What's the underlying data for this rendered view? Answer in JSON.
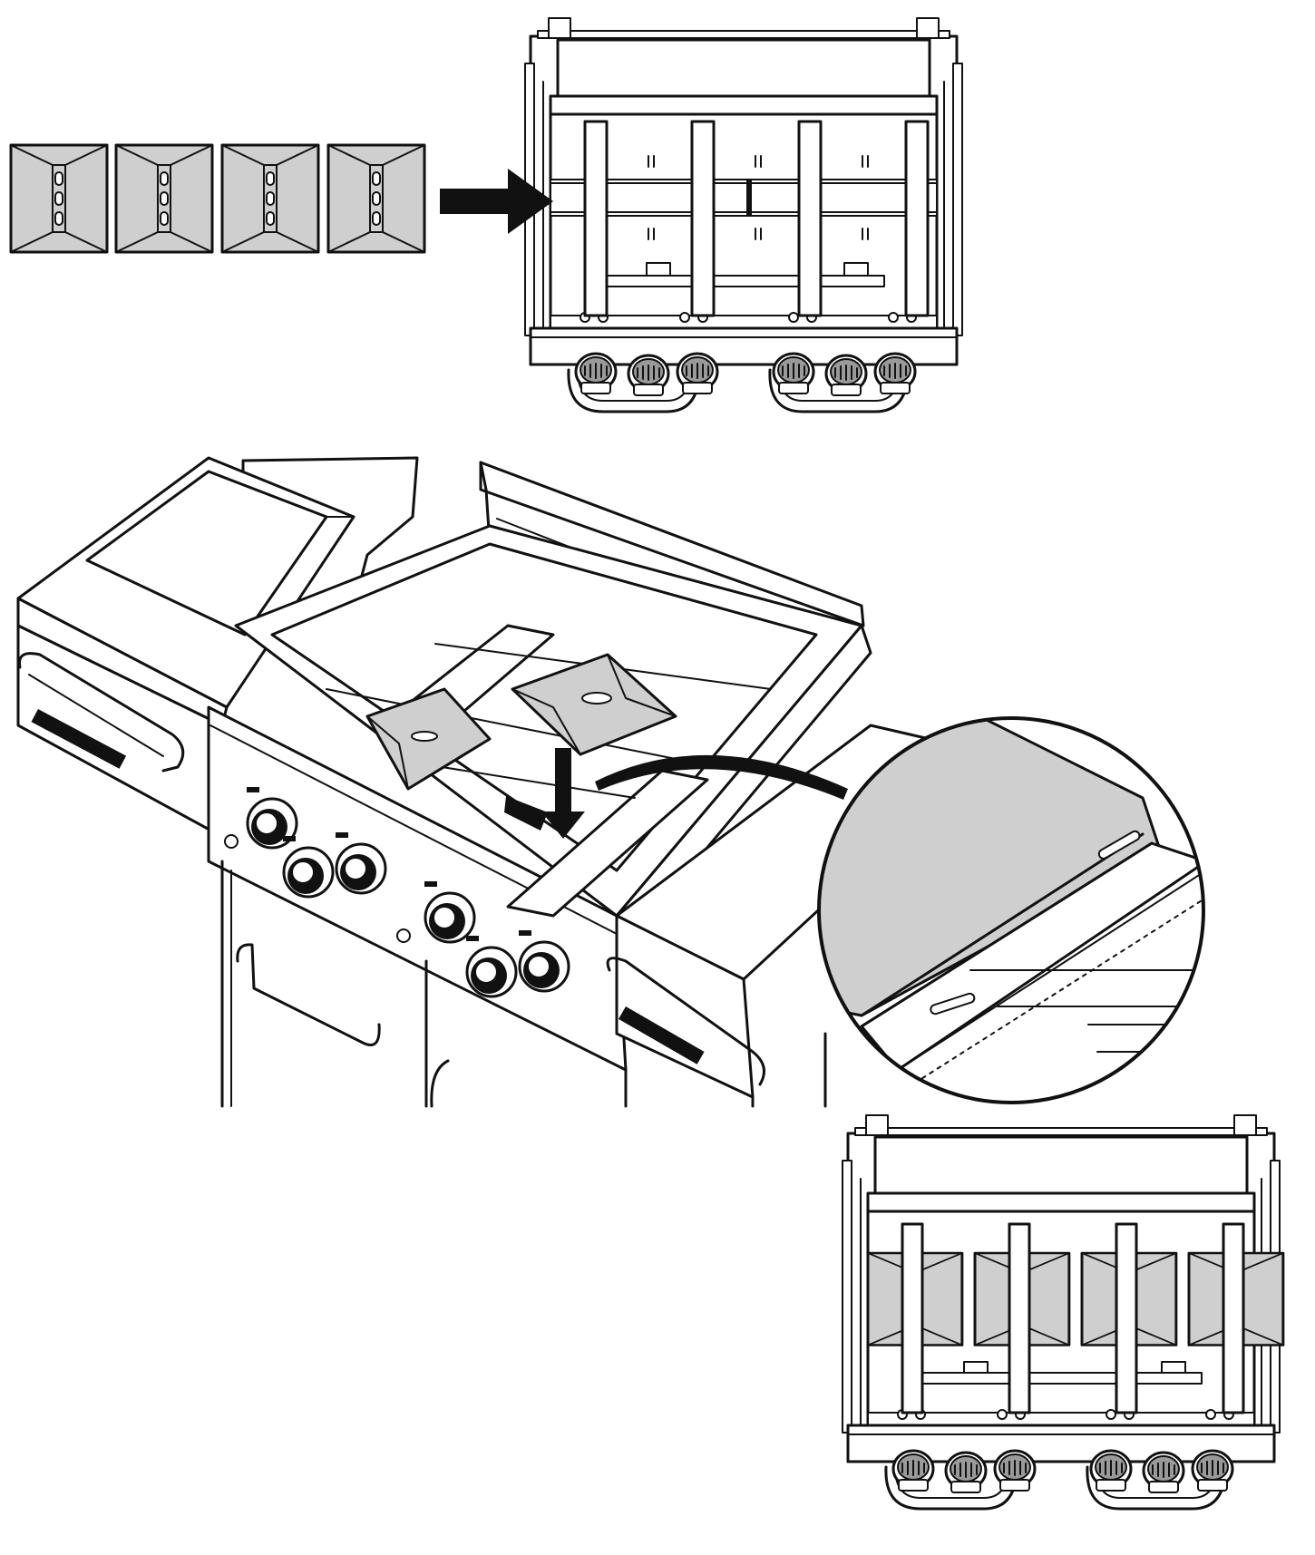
{
  "figure": {
    "panels": [
      {
        "id": "top",
        "content": "loose-plates-and-empty-firebox"
      },
      {
        "id": "middle",
        "content": "perspective-plate-install-with-detail"
      },
      {
        "id": "bottom",
        "content": "firebox-with-plates-installed"
      }
    ],
    "plate_count": 4,
    "burner_count": 4,
    "knob_count": 6,
    "colors": {
      "line": "#111111",
      "plate_fill": "#cfcfcf",
      "background": "#ffffff"
    },
    "icons": [
      "arrow-right-icon",
      "arrow-down-icon",
      "curved-arrow-icon",
      "magnifier-detail-icon"
    ]
  }
}
